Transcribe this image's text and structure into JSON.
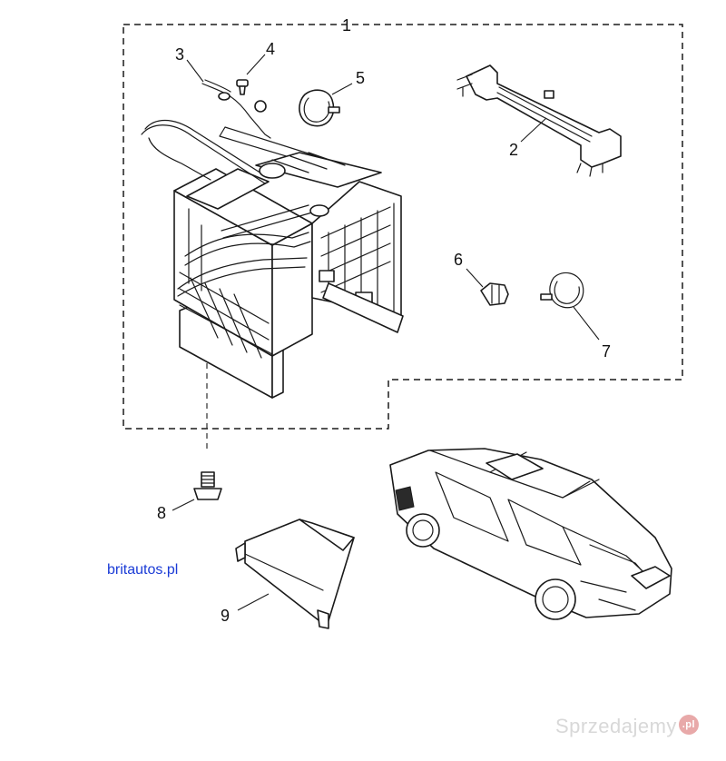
{
  "diagram": {
    "callouts": [
      {
        "id": "1",
        "label": "1"
      },
      {
        "id": "2",
        "label": "2"
      },
      {
        "id": "3",
        "label": "3"
      },
      {
        "id": "4",
        "label": "4"
      },
      {
        "id": "5",
        "label": "5"
      },
      {
        "id": "6",
        "label": "6"
      },
      {
        "id": "7",
        "label": "7"
      },
      {
        "id": "8",
        "label": "8"
      },
      {
        "id": "9",
        "label": "9"
      }
    ]
  },
  "credit": "britautos.pl",
  "watermark": {
    "text": "Sprzedajemy",
    "badge": ".pl"
  }
}
